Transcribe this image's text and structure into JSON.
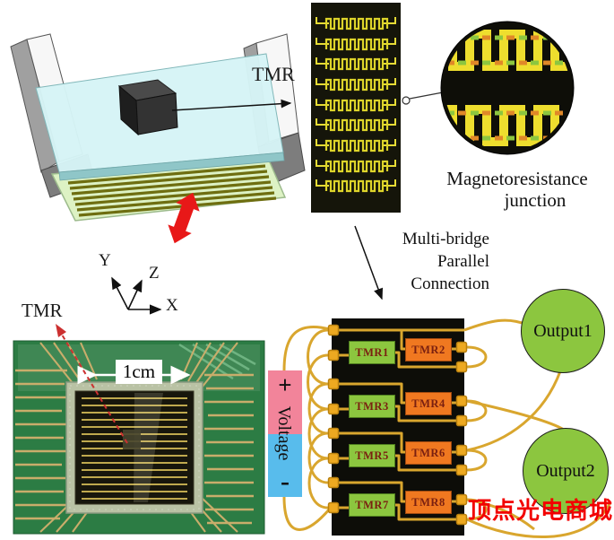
{
  "figure": {
    "device": {
      "tmr_label": "TMR"
    },
    "sensor_array": {
      "junction_label_line1": "Magnetoresistance",
      "junction_label_line2": "junction"
    },
    "connection_note": {
      "line1": "Multi-bridge",
      "line2": "Parallel",
      "line3": "Connection"
    },
    "axes": {
      "x": "X",
      "y": "Y",
      "z": "Z"
    },
    "chip_photo": {
      "tmr_label": "TMR",
      "scale_label": "1cm"
    },
    "circuit": {
      "voltage": {
        "plus": "+",
        "label": "Voltage",
        "minus": "-"
      },
      "tmr_blocks": [
        {
          "label": "TMR1",
          "color": "#8cc63f"
        },
        {
          "label": "TMR2",
          "color": "#f07820"
        },
        {
          "label": "TMR3",
          "color": "#8cc63f"
        },
        {
          "label": "TMR4",
          "color": "#f07820"
        },
        {
          "label": "TMR5",
          "color": "#8cc63f"
        },
        {
          "label": "TMR6",
          "color": "#f07820"
        },
        {
          "label": "TMR7",
          "color": "#8cc63f"
        },
        {
          "label": "TMR8",
          "color": "#f07820"
        }
      ],
      "outputs": [
        {
          "label": "Output1"
        },
        {
          "label": "Output2"
        }
      ]
    },
    "watermark": "顶点光电商城",
    "colors": {
      "tmr_green": "#8cc63f",
      "tmr_orange": "#f07820",
      "wire_gold": "#d9a62e",
      "pad_gold": "#eda921",
      "voltage_plus_pink": "#f2849a",
      "voltage_minus_blue": "#58bcec",
      "output_green": "#8cc63f",
      "pcb_green": "#2c7c44",
      "plate_cyan": "#d6f4f6",
      "board_green": "#ddf2c4",
      "serpentine_yellow": "#e6dc35",
      "arrow_red": "#e81818",
      "watermark_red": "#f20000"
    }
  }
}
